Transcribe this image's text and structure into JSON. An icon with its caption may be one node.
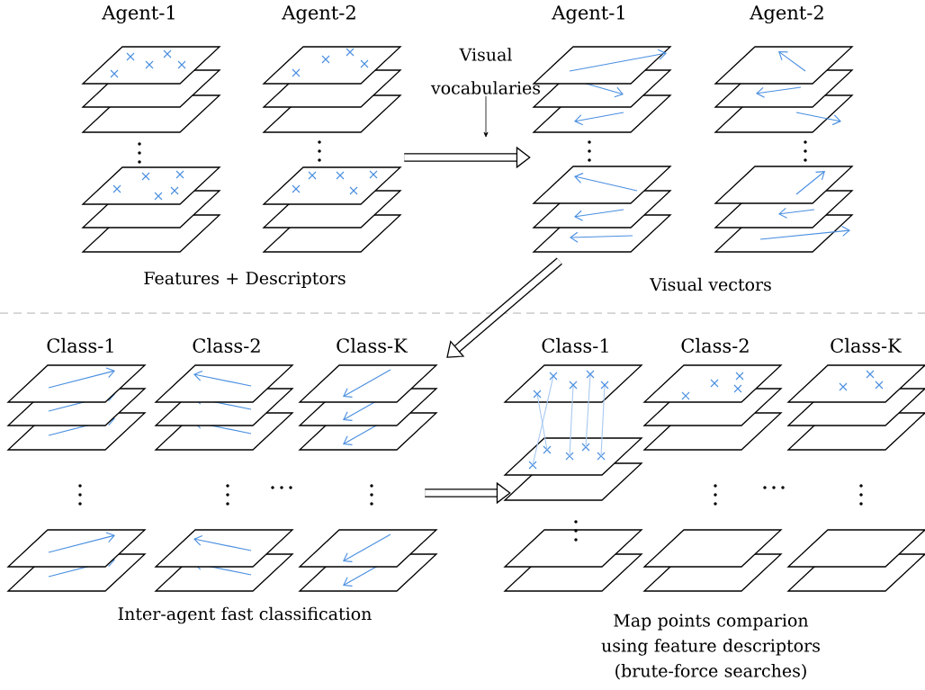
{
  "diagram": {
    "nodes": [
      {
        "text": [
          "Agent-1",
          "Agent-2",
          "Features + Descriptors"
        ]
      },
      {
        "text": [
          "Visual vocabularies"
        ]
      },
      {
        "text": [
          "Agent-1",
          "Agent-2",
          "Visual vectors"
        ]
      },
      {
        "text": [
          "Class-1",
          "Class-2",
          "Class-K",
          "Inter-agent fast classification"
        ]
      },
      {
        "text": [
          "Class-1",
          "Class-2",
          "Class-K",
          "Map points comparion using feature descriptors (brute-force searches)"
        ]
      }
    ],
    "edges": [
      {
        "from": 0,
        "to": 2,
        "arrow": "to"
      },
      {
        "from": 1,
        "to": null,
        "arrow": "to"
      },
      {
        "from": 2,
        "to": 3,
        "arrow": "to"
      },
      {
        "from": 3,
        "to": 4,
        "arrow": "to"
      }
    ]
  }
}
